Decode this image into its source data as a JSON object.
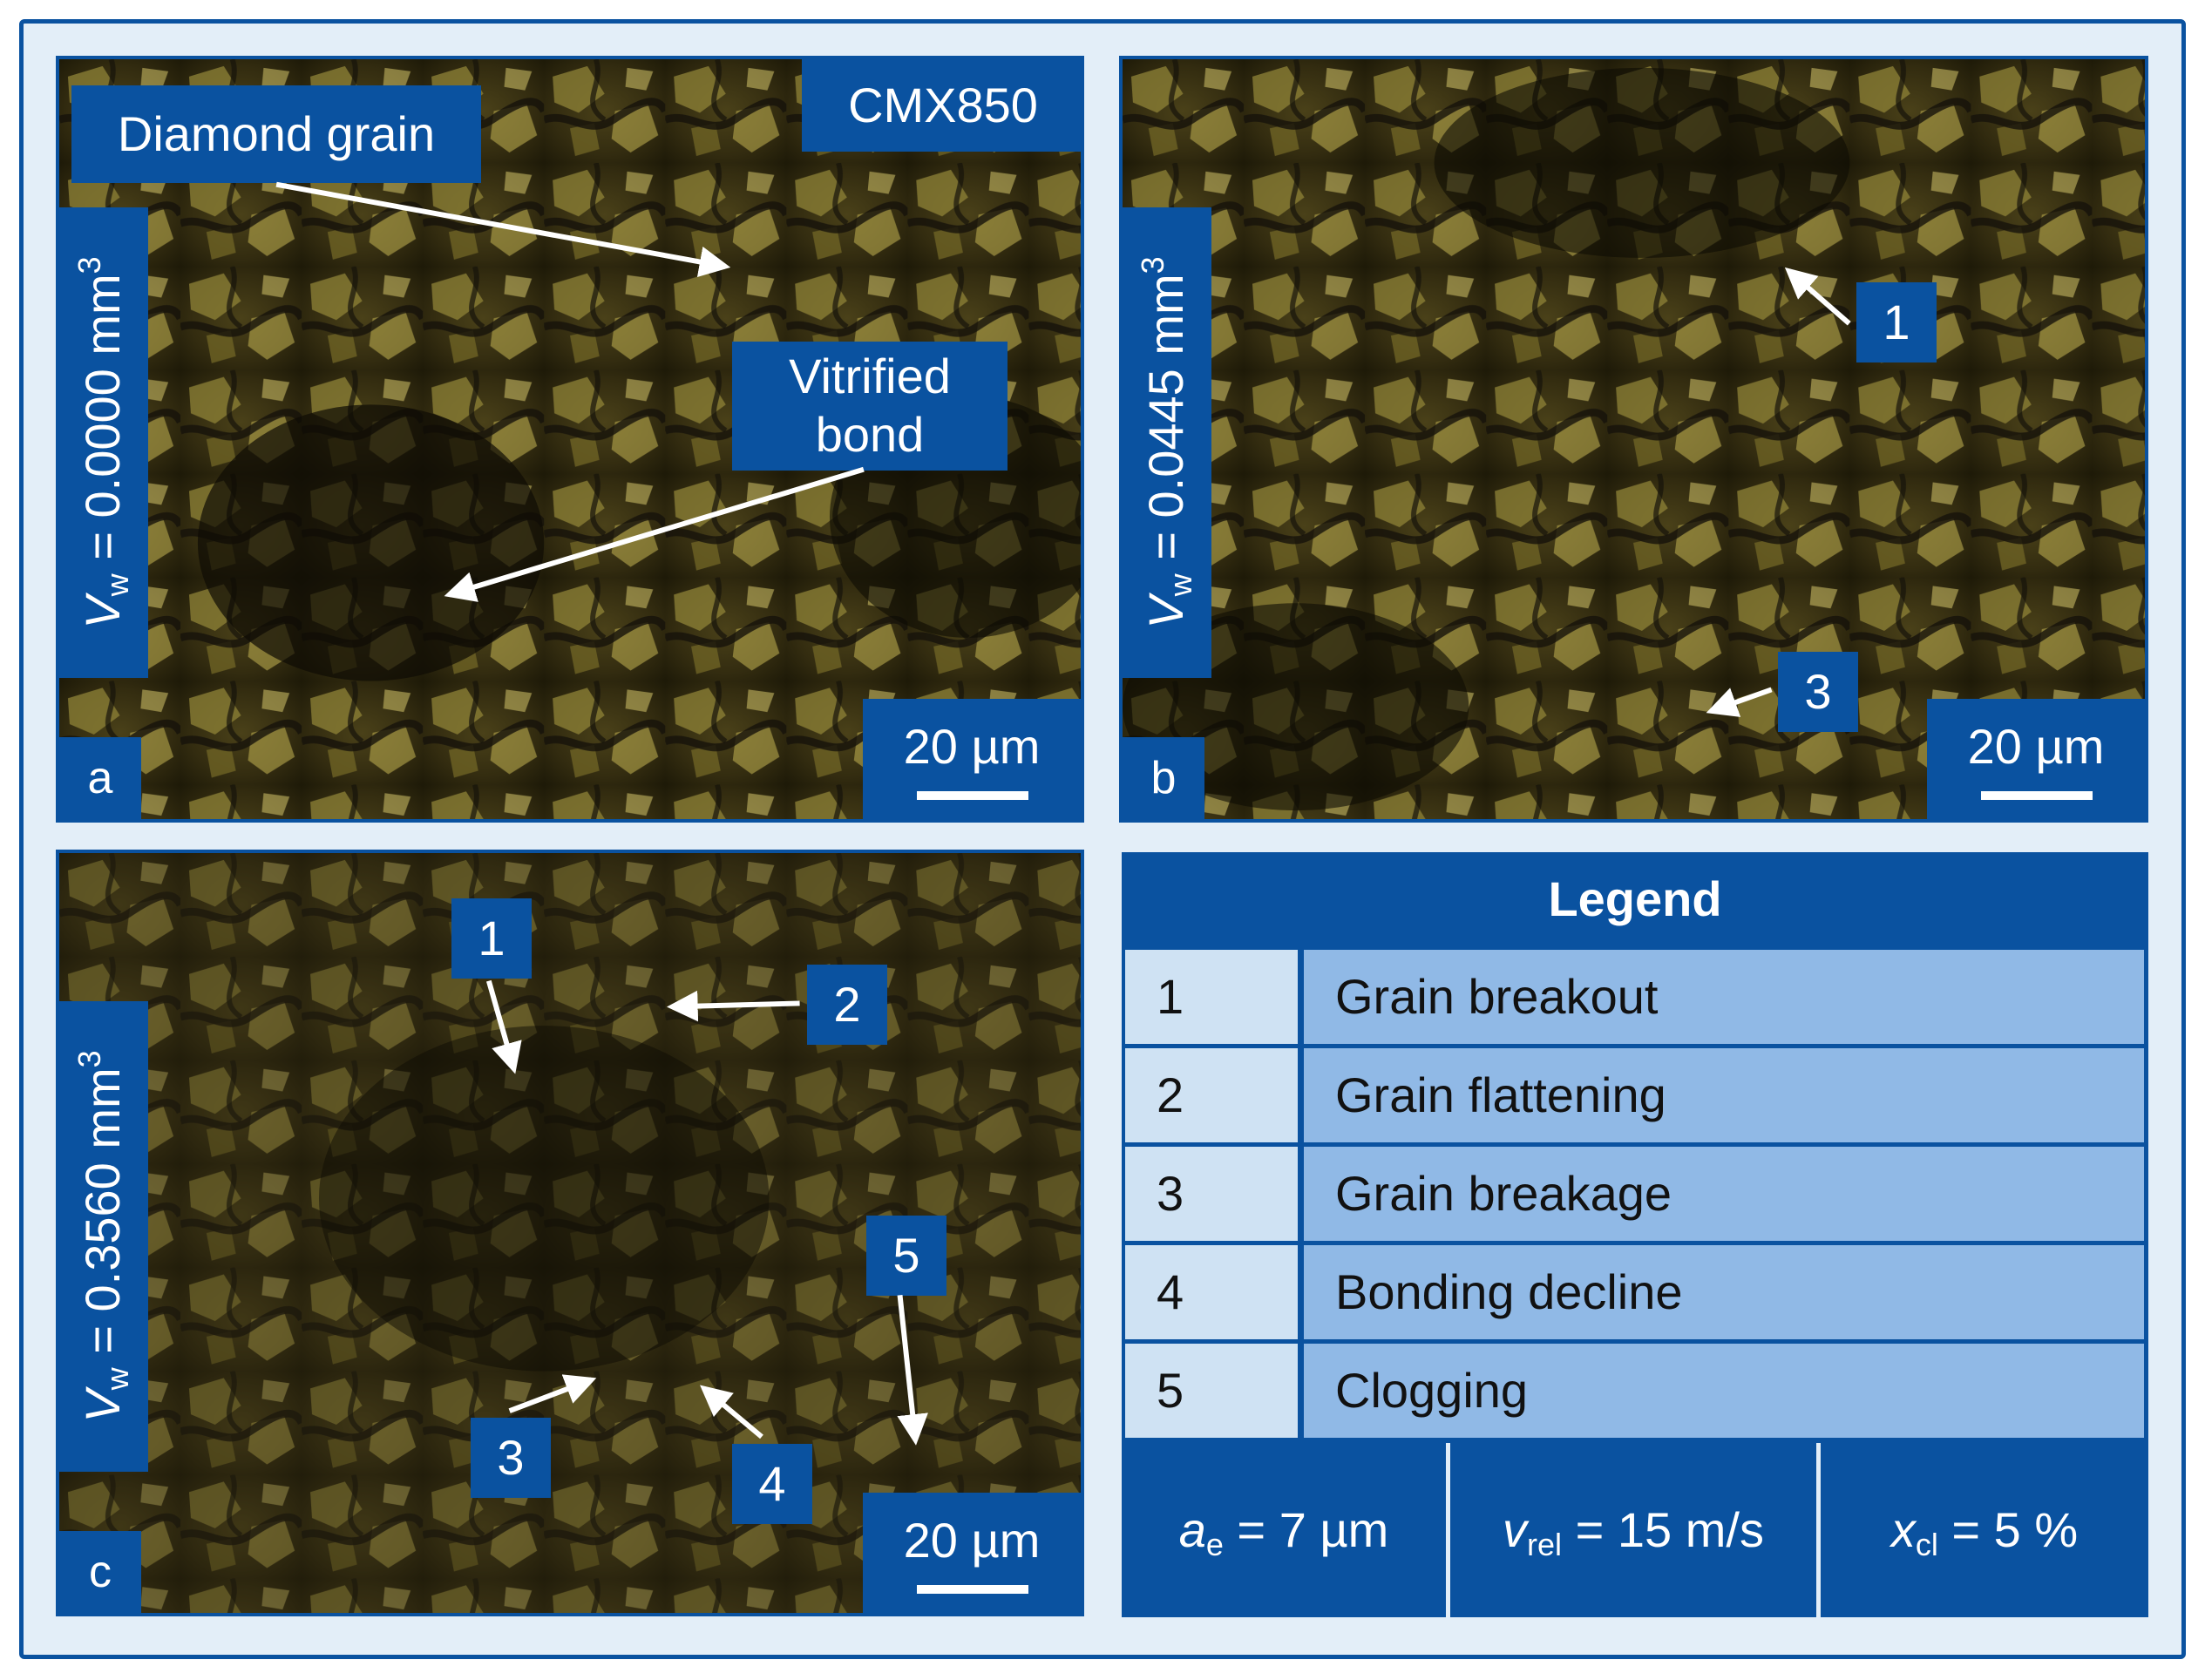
{
  "panels": {
    "a": {
      "letter": "a",
      "vw_value": " = 0.0000 mm",
      "material": "CMX850",
      "scale": "20 µm",
      "label_diamond": "Diamond grain",
      "label_bond_1": "Vitrified",
      "label_bond_2": "bond"
    },
    "b": {
      "letter": "b",
      "vw_value": " = 0.0445 mm",
      "scale": "20 µm",
      "markers": [
        "1",
        "3"
      ]
    },
    "c": {
      "letter": "c",
      "vw_value": " = 0.3560 mm",
      "scale": "20 µm",
      "markers": [
        "1",
        "2",
        "3",
        "4",
        "5"
      ]
    }
  },
  "vw_symbol": "V",
  "vw_sub": "w",
  "vw_sup": "3",
  "legend": {
    "title": "Legend",
    "items": [
      {
        "num": "1",
        "text": "Grain breakout"
      },
      {
        "num": "2",
        "text": "Grain flattening"
      },
      {
        "num": "3",
        "text": "Grain breakage"
      },
      {
        "num": "4",
        "text": "Bonding decline"
      },
      {
        "num": "5",
        "text": "Clogging"
      }
    ],
    "params": [
      {
        "sym": "a",
        "sub": "e",
        "val": " = 7 µm"
      },
      {
        "sym": "v",
        "sub": "rel",
        "val": " = 15 m/s"
      },
      {
        "sym": "x",
        "sub": "cl",
        "val": " = 5 %"
      }
    ]
  },
  "colors": {
    "accent": "#0a52a0",
    "background": "#e3eef8",
    "legend_light": "#cfe2f3",
    "legend_mid": "#90b9e6",
    "micrograph": "#3a3214"
  }
}
